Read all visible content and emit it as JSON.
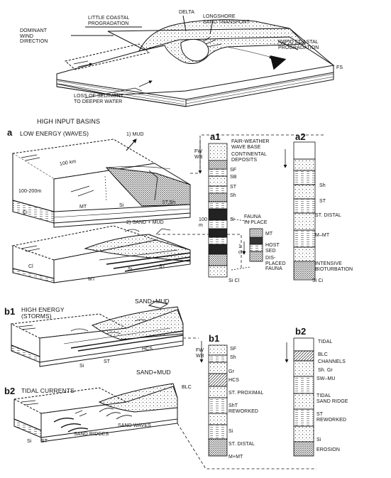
{
  "top": {
    "dominant_wind": [
      "DOMINANT",
      "WIND",
      "DIRECTION"
    ],
    "little_prog": [
      "LITTLE COASTAL",
      "PROGRADATION"
    ],
    "delta": "DELTA",
    "longshore": [
      "LONGSHORE",
      "SAND TRANSPORT"
    ],
    "rapid_prog": [
      "RAPID COASTAL",
      "PROGRADATION"
    ],
    "fs": "FS",
    "loss": [
      "LOSS OF SEDIMENT",
      "TO DEEPER WATER"
    ]
  },
  "section_title": "HIGH INPUT BASINS",
  "a": {
    "letter": "a",
    "title": "LOW ENERGY (WAVES)",
    "mud": "1) MUD",
    "sand_mud": "2) SAND + MUD",
    "km": "100 km",
    "depth": "100-200m",
    "ci": "Ci",
    "mt": "MT",
    "si": "Si",
    "st_sh": "ST,Sh",
    "ci2": "Cl",
    "mt2": "MT",
    "si2": "Si",
    "st2": "ST"
  },
  "a1": {
    "title": "a1",
    "fw": "FW",
    "wb": "WB",
    "fair_weather": [
      "FAIR-WEATHER",
      "WAVE BASE"
    ],
    "continental": [
      "CONTINENTAL",
      "DEPOSITS"
    ],
    "sf": "SF",
    "sb": "SB",
    "st": "ST",
    "sh": "Sh",
    "scale_num": "100",
    "scale_unit": "m",
    "si": "Si",
    "fauna": [
      "FAUNA",
      "IN PLACE"
    ],
    "mt": "MT",
    "cm_num": "1",
    "cm_unit": "cm",
    "host": [
      "HOST",
      "SED"
    ],
    "displaced": [
      "DIS-",
      "PLACED",
      "FAUNA"
    ],
    "base": "Si Cl"
  },
  "a2": {
    "title": "a2",
    "sh": "Sh",
    "st": "ST",
    "st_distal": "ST. DISTAL",
    "m_mt": "M–MT",
    "intensive": [
      "INTENSIVE",
      "BIOTURBATION"
    ],
    "base": "Si Ci"
  },
  "b1": {
    "sand_mud": "SAND+MUD",
    "letter": "b1",
    "title": [
      "HIGH ENERGY",
      "(STORMS)"
    ],
    "hcs": "HCS",
    "st": "ST",
    "si": "Si",
    "sand_mud2": "SAND+MUD"
  },
  "b2": {
    "letter": "b2",
    "title": "TIDAL CURRENTS",
    "blc": "BLC",
    "sand_waves": "SAND WAVES",
    "sand_ridges": "SAND RIDGES",
    "si": "Si",
    "st": "ST"
  },
  "b1col": {
    "title": "b1",
    "fw": "FW",
    "wb": "WB",
    "sf": "SF",
    "sh": "Sh",
    "gr": "Gr",
    "hcs": "HCS",
    "st_prox": "ST. PROXIMAL",
    "sht": "ShT",
    "reworked": "REWORKED",
    "si": "Si",
    "st_distal": "ST. DISTAL",
    "m_mt": "M+MT"
  },
  "b2col": {
    "title": "b2",
    "tidal": "TIDAL",
    "blc": "BLC",
    "channels": "CHANNELS",
    "sh_gr": "Sh. Gr",
    "sw_mu": "SW–MU",
    "tidal_ridge": [
      "TIDAL",
      "SAND RIDGE"
    ],
    "st_reworked": [
      "ST",
      "REWORKED"
    ],
    "si": "Si",
    "erosion": "EROSION"
  }
}
